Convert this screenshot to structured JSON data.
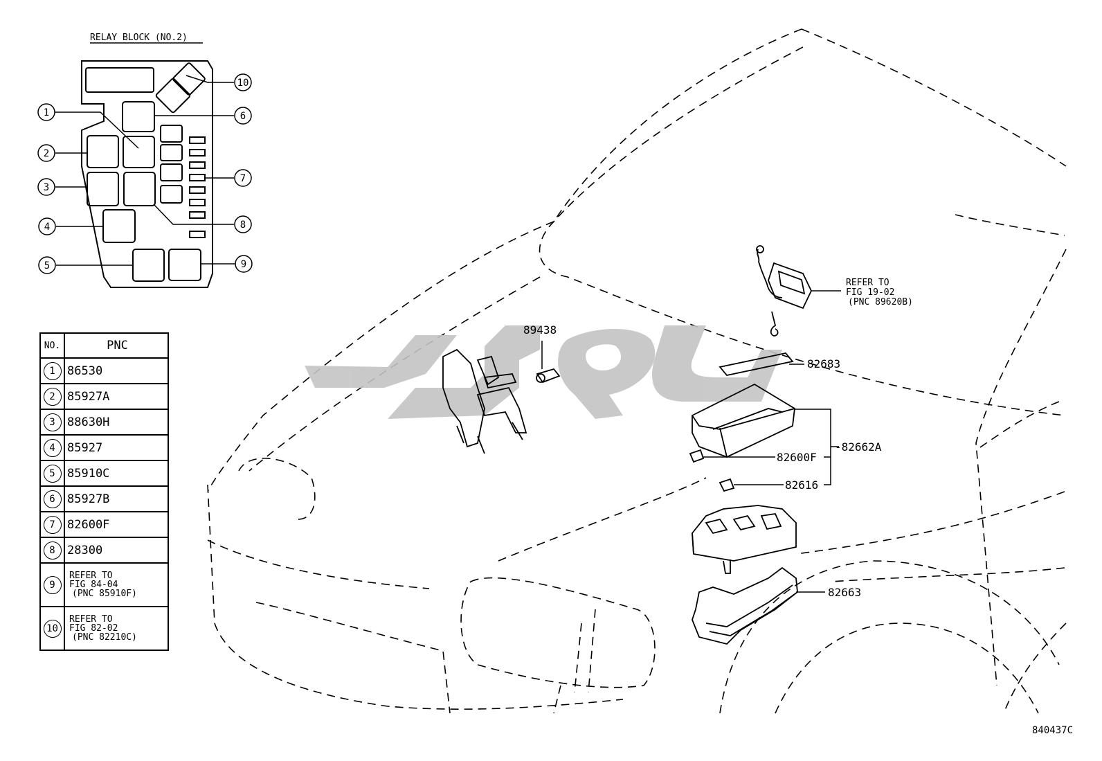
{
  "relay_block_title": "RELAY BLOCK (NO.2)",
  "table": {
    "header_no": "NO.",
    "header_pnc": "PNC",
    "rows": [
      {
        "no": "1",
        "pnc": "86530"
      },
      {
        "no": "2",
        "pnc": "85927A"
      },
      {
        "no": "3",
        "pnc": "88630H"
      },
      {
        "no": "4",
        "pnc": "85927"
      },
      {
        "no": "5",
        "pnc": "85910C"
      },
      {
        "no": "6",
        "pnc": "85927B"
      },
      {
        "no": "7",
        "pnc": "82600F"
      },
      {
        "no": "8",
        "pnc": "28300"
      },
      {
        "no": "9",
        "pnc_lines": [
          "REFER TO",
          "FIG 84-04",
          "(PNC 85910F)"
        ]
      },
      {
        "no": "10",
        "pnc_lines": [
          "REFER TO",
          "FIG 82-02",
          "(PNC 82210C)"
        ]
      }
    ]
  },
  "callouts": {
    "c1": "1",
    "c2": "2",
    "c3": "3",
    "c4": "4",
    "c5": "5",
    "c6": "6",
    "c7": "7",
    "c8": "8",
    "c9": "9",
    "c10": "10"
  },
  "part_labels": {
    "p89438": "89438",
    "p82683": "82683",
    "p82662A": "-82662A",
    "p82600F": "82600F",
    "p82616": "82616",
    "p82663": "82663",
    "refer_lines": [
      "REFER TO",
      "FIG 19-02",
      "(PNC 89620B)"
    ]
  },
  "figure_code": "840437C",
  "colors": {
    "line": "#000000",
    "watermark": "#c4c4c4",
    "background": "#ffffff"
  }
}
